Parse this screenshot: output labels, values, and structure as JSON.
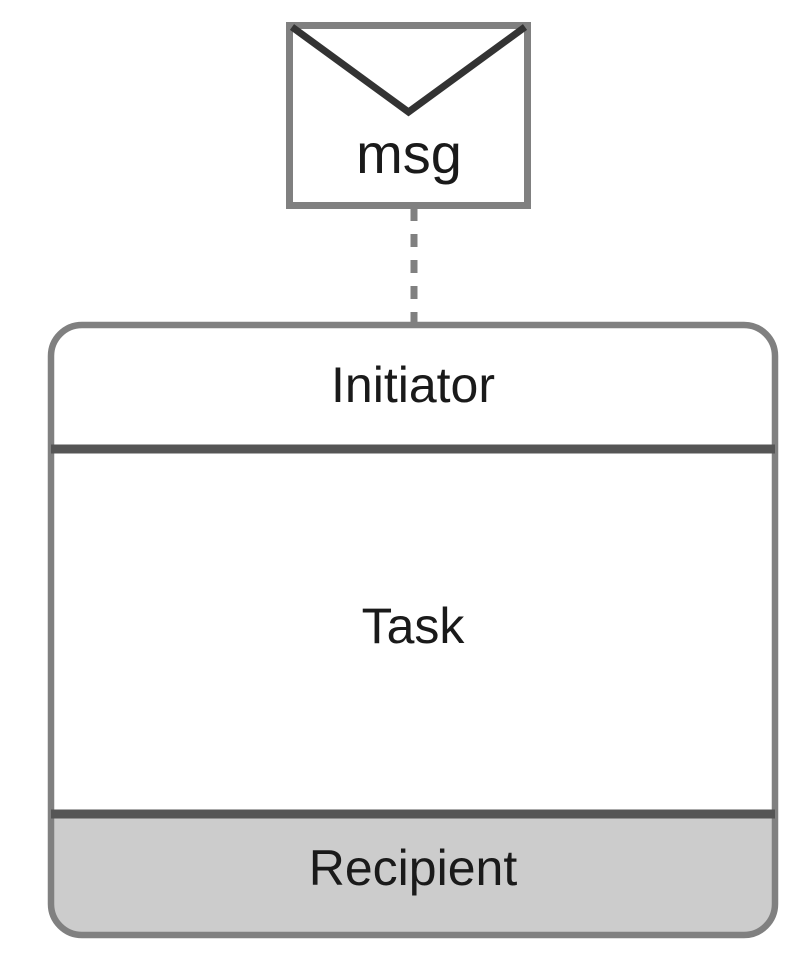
{
  "diagram": {
    "type": "bpmn-task-with-message",
    "background_color": "#ffffff",
    "message_node": {
      "icon": "envelope-icon",
      "label": "msg",
      "fill_color": "#ffffff",
      "border_color": "#808080",
      "fold_color": "#333333",
      "text_color": "#1a1a1a"
    },
    "connector": {
      "style": "dashed",
      "color": "#808080",
      "name": "message-flow"
    },
    "task_node": {
      "header_label": "Initiator",
      "body_label": "Task",
      "footer_label": "Recipient",
      "header_fill": "#ffffff",
      "body_fill": "#ffffff",
      "footer_fill": "#cccccc",
      "border_color": "#808080",
      "divider_color": "#555555",
      "text_color": "#1a1a1a"
    }
  }
}
